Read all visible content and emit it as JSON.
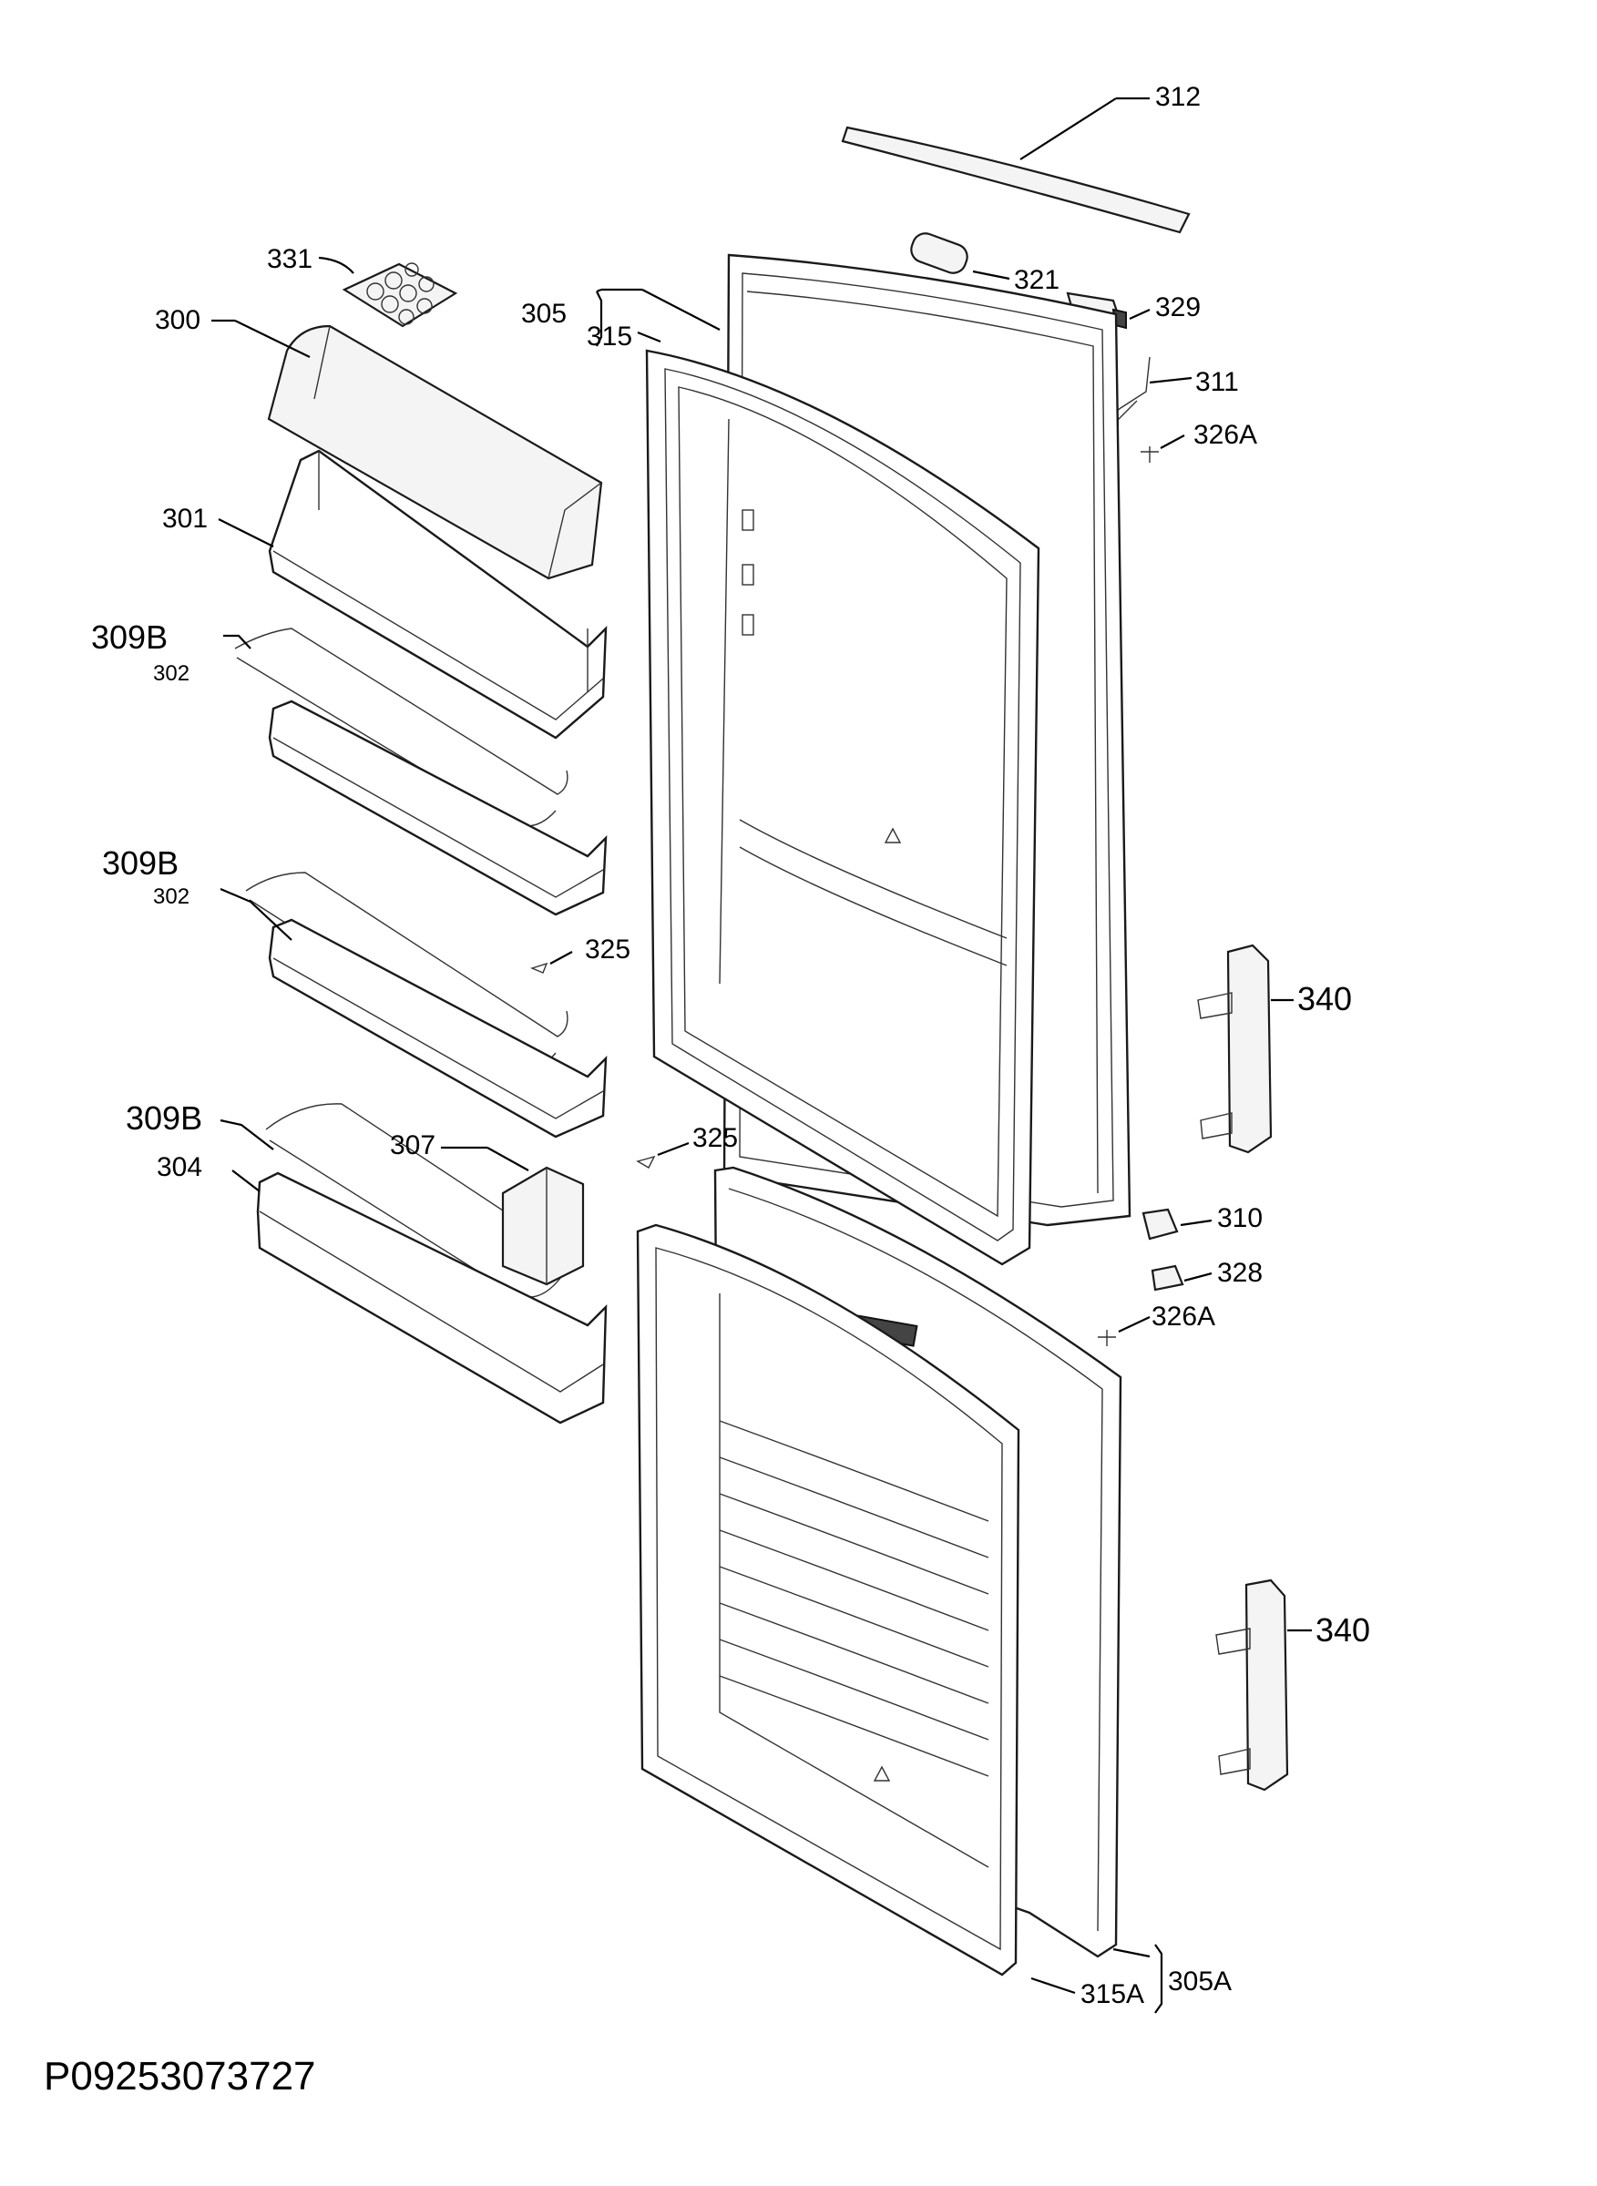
{
  "diagram": {
    "part_labels": {
      "p312": "312",
      "p331": "331",
      "p321": "321",
      "p329": "329",
      "p300": "300",
      "p305": "305",
      "p315": "315",
      "p311": "311",
      "p326a_top": "326A",
      "p301": "301",
      "p309b_1": "309B",
      "p302_1": "302",
      "p309b_2": "309B",
      "p302_2": "302",
      "p325_1": "325",
      "p340_1": "340",
      "p309b_3": "309B",
      "p307": "307",
      "p325_2": "325",
      "p304": "304",
      "p310": "310",
      "p328": "328",
      "p326a_bottom": "326A",
      "p340_2": "340",
      "p315a": "315A",
      "p305a": "305A"
    },
    "drawing_code": "P09253073727"
  }
}
